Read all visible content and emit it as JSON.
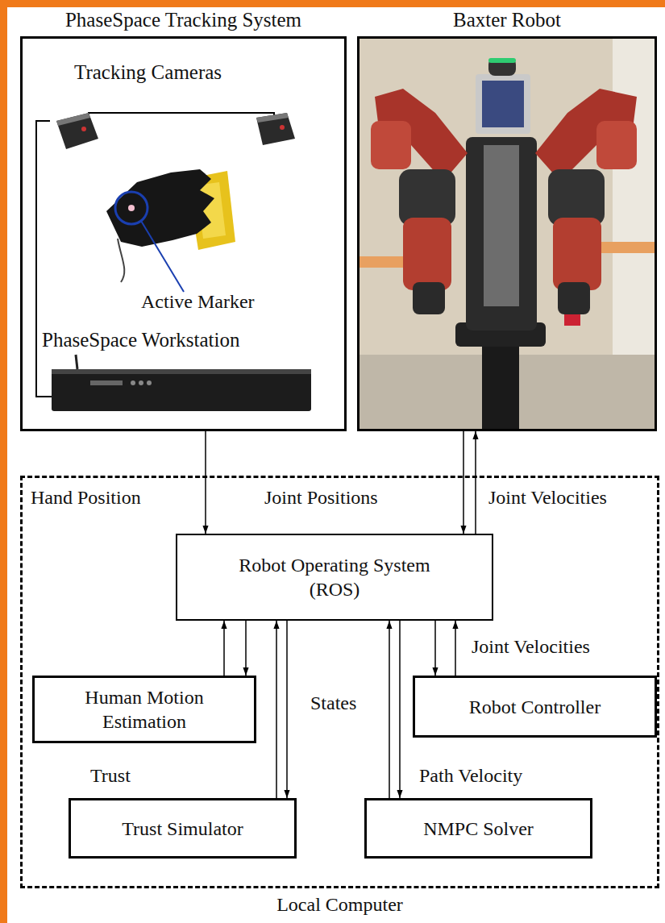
{
  "diagram": {
    "nodes": [
      {
        "text": [
          "PhaseSpace Tracking System"
        ]
      },
      {
        "text": [
          "Baxter Robot"
        ]
      },
      {
        "text": [
          "Local Computer"
        ]
      },
      {
        "text": [
          "Robot Operating System (ROS)"
        ],
        "in": 2
      },
      {
        "text": [
          "Human Motion Estimation"
        ],
        "in": 2
      },
      {
        "text": [
          "Robot Controller"
        ],
        "in": 2
      },
      {
        "text": [
          "Trust Simulator"
        ],
        "in": 2
      },
      {
        "text": [
          "NMPC Solver"
        ],
        "in": 2
      }
    ],
    "edges": [
      {
        "from": 0,
        "to": 3,
        "label": "Hand Position",
        "arrow": "to"
      },
      {
        "from": 1,
        "to": 3,
        "label": "Joint Positions",
        "arrow": "to"
      },
      {
        "from": 3,
        "to": 1,
        "label": "Joint Velocities",
        "arrow": "to"
      },
      {
        "from": 4,
        "to": 3,
        "arrow": "to"
      },
      {
        "from": 3,
        "to": 4,
        "arrow": "to"
      },
      {
        "from": 6,
        "to": 3,
        "label": "Trust",
        "arrow": "to"
      },
      {
        "from": 3,
        "to": 6,
        "label": "States",
        "arrow": "to"
      },
      {
        "from": 7,
        "to": 3,
        "label": "Path Velocity",
        "arrow": "to"
      },
      {
        "from": 3,
        "to": 7,
        "arrow": "to"
      },
      {
        "from": 3,
        "to": 5,
        "arrow": "to"
      },
      {
        "from": 5,
        "to": 3,
        "label": "Joint Velocities",
        "arrow": "to"
      }
    ],
    "labels": [
      "Tracking Cameras",
      "Active Marker",
      "PhaseSpace Workstation"
    ]
  }
}
